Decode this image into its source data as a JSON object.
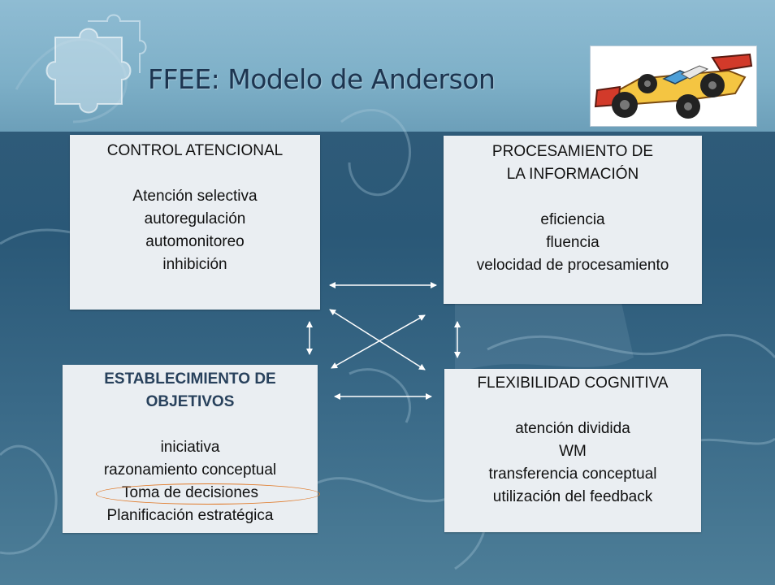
{
  "title": "FFEE: Modelo de Anderson",
  "image": {
    "description_icon": "race-car-icon"
  },
  "boxes": {
    "control": {
      "heading": "CONTROL ATENCIONAL",
      "items": [
        "Atención selectiva",
        "autoregulación",
        "automonitoreo",
        "inhibición"
      ]
    },
    "processing": {
      "heading_line1": "PROCESAMIENTO DE",
      "heading_line2": "LA INFORMACIÓN",
      "items": [
        "eficiencia",
        "fluencia",
        "velocidad de procesamiento"
      ]
    },
    "goals": {
      "heading_line1": "ESTABLECIMIENTO DE",
      "heading_line2": "OBJETIVOS",
      "items": [
        "iniciativa",
        "razonamiento conceptual",
        "Toma de decisiones",
        "Planificación estratégica"
      ]
    },
    "flexibility": {
      "heading": "FLEXIBILIDAD COGNITIVA",
      "items": [
        "atención dividida",
        "WM",
        "transferencia conceptual",
        "utilización del feedback"
      ]
    }
  },
  "colors": {
    "highlight_oval": "#e07b2b",
    "heading_blue": "#28415c",
    "arrow": "#ffffff"
  }
}
